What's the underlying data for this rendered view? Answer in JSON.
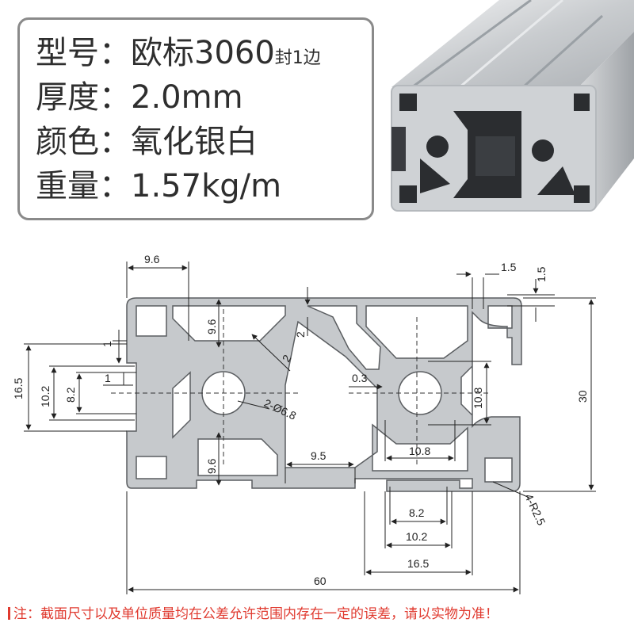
{
  "specs": [
    {
      "label": "型号：",
      "value": "欧标3060",
      "suffix": "封1边"
    },
    {
      "label": "厚度：",
      "value": "2.0mm",
      "suffix": ""
    },
    {
      "label": "颜色：",
      "value": "氧化银白",
      "suffix": ""
    },
    {
      "label": "重量：",
      "value": "1.57kg/m",
      "suffix": ""
    }
  ],
  "dimensions": {
    "d_9_6_top": "9.6",
    "d_1_5_a": "1.5",
    "d_1_5_b": "1.5",
    "d_9_6_inner": "9.6",
    "d_2_a": "2",
    "d_2_b": "2",
    "d_1_a": "1",
    "d_1_b": "1",
    "d_16_5_left": "16.5",
    "d_10_2_left": "10.2",
    "d_8_2_left": "8.2",
    "d_hole": "2-Ø6.8",
    "d_0_3": "0.3",
    "d_10_8_v": "10.8",
    "d_30": "30",
    "d_9_6_lower": "9.6",
    "d_9_5": "9.5",
    "d_10_8_h": "10.8",
    "d_radius": "4-R2.5",
    "d_8_2_bottom": "8.2",
    "d_10_2_bottom": "10.2",
    "d_16_5_bottom": "16.5",
    "d_60": "60"
  },
  "note": "注：截面尺寸以及单位质量均在公差允许范围内存在一定的误差，请以实物为准！",
  "colors": {
    "profile": "#c6c9cc",
    "frame": "#8a8a8a",
    "note": "#e03a2f"
  }
}
